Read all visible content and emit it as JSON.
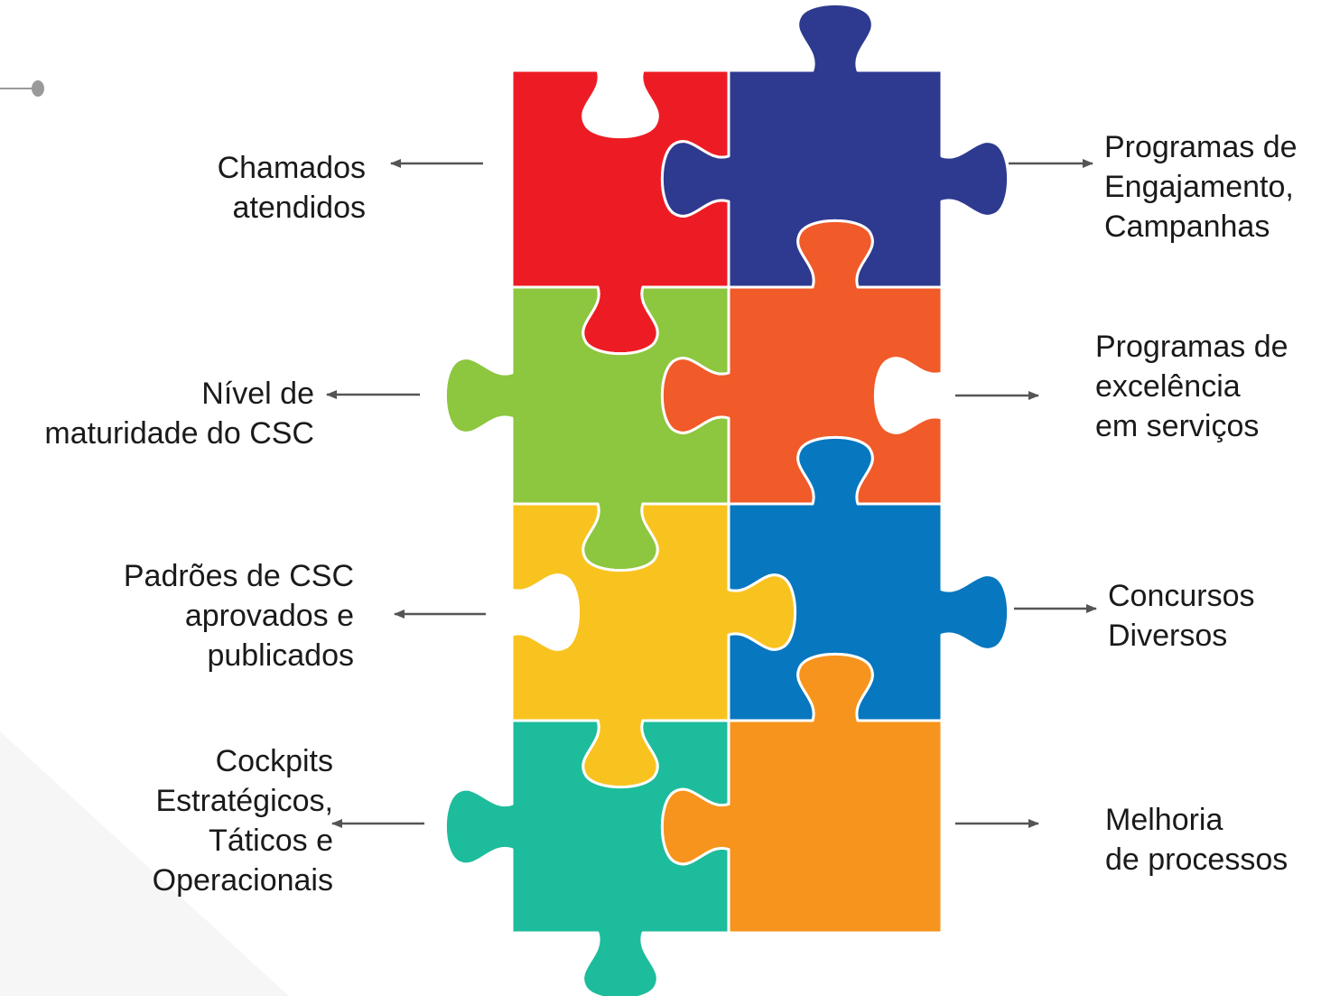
{
  "colors": {
    "red": "#ed1c24",
    "navy": "#2e3a8f",
    "green": "#8dc63f",
    "orange_red": "#f15a29",
    "yellow": "#f9c31f",
    "blue": "#0777bf",
    "teal": "#1dbc9c",
    "orange": "#f7941d",
    "arrow": "#555555",
    "text": "#1a1a1a"
  },
  "labels": {
    "left_1": "Chamados\natendidos",
    "left_2": "Nível de\nmaturidade do CSC",
    "left_3": "Padrões de CSC\naprovados e\npublicados",
    "left_4": "Cockpits\nEstratégicos,\nTáticos e\nOperacionais",
    "right_1": "Programas de\nEngajamento,\nCampanhas",
    "right_2": "Programas de\nexcelência\nem serviços",
    "right_3": "Concursos\nDiversos",
    "right_4": "Melhoria\nde processos"
  }
}
